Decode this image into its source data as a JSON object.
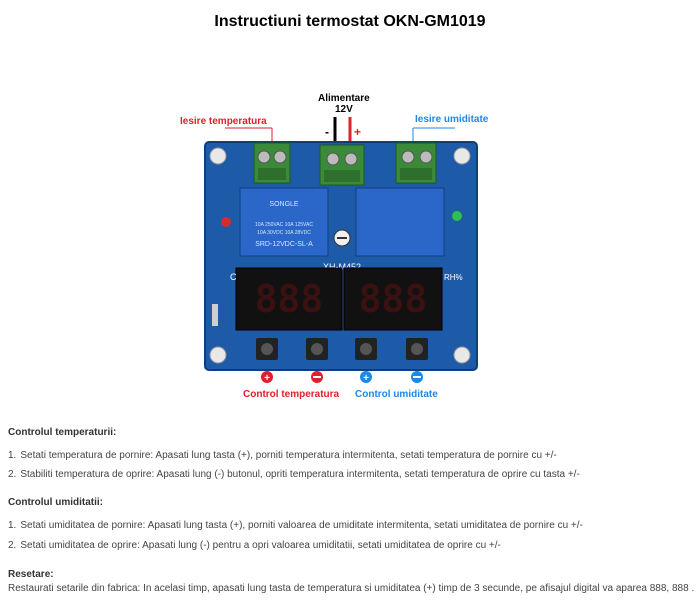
{
  "title": "Instructiuni termostat OKN-GM1019",
  "figure": {
    "power_label_line1": "Alimentare",
    "power_label_line2": "12V",
    "minus_sign": "-",
    "plus_sign": "+",
    "temp_output_label": "Iesire temperatura",
    "humidity_output_label": "Iesire umiditate",
    "temp_control_label": "Control temperatura",
    "humidity_control_label": "Control umiditate",
    "module_label": "XH-M452",
    "relay_brand": "SONGLE",
    "relay_model": "SRD-12VDC-SL-A",
    "relay_spec_1": "10A 250VAC 10A 125VAC",
    "relay_spec_2": "10A 30VDC 10A 28VDC",
    "rh_label": "RH%",
    "c_label": "C",
    "colors": {
      "board_blue": "#1d5aa8",
      "red_label": "#e0202a",
      "blue_label": "#1e88e5",
      "terminal_green": "#3a8a3a"
    }
  },
  "sections": [
    {
      "heading": "Controlul temperaturii:",
      "items": [
        {
          "num": "1.",
          "text": "Setati temperatura de pornire: Apasati lung tasta (+), porniti temperatura intermitenta, setati temperatura de pornire cu +/-"
        },
        {
          "num": "2.",
          "text": "Stabiliti temperatura de oprire: Apasati lung (-) butonul, opriti temperatura intermitenta, setati temperatura de oprire cu tasta +/-"
        }
      ]
    },
    {
      "heading": "Controlul umiditatii:",
      "items": [
        {
          "num": "1.",
          "text": "Setati umiditatea de pornire: Apasati lung tasta (+), porniti valoarea de umiditate intermitenta, setati umiditatea de pornire cu +/-"
        },
        {
          "num": "2.",
          "text": "Setati umiditatea de oprire: Apasati lung (-) pentru a opri valoarea umiditatii, setati umiditatea de oprire cu +/-"
        }
      ]
    }
  ],
  "reset": {
    "heading": "Resetare:",
    "text": "Restaurati setarile din fabrica: In acelasi timp, apasati lung tasta de temperatura si umiditatea (+) timp de 3 secunde, pe afisajul digital va aparea 888, 888 ."
  }
}
